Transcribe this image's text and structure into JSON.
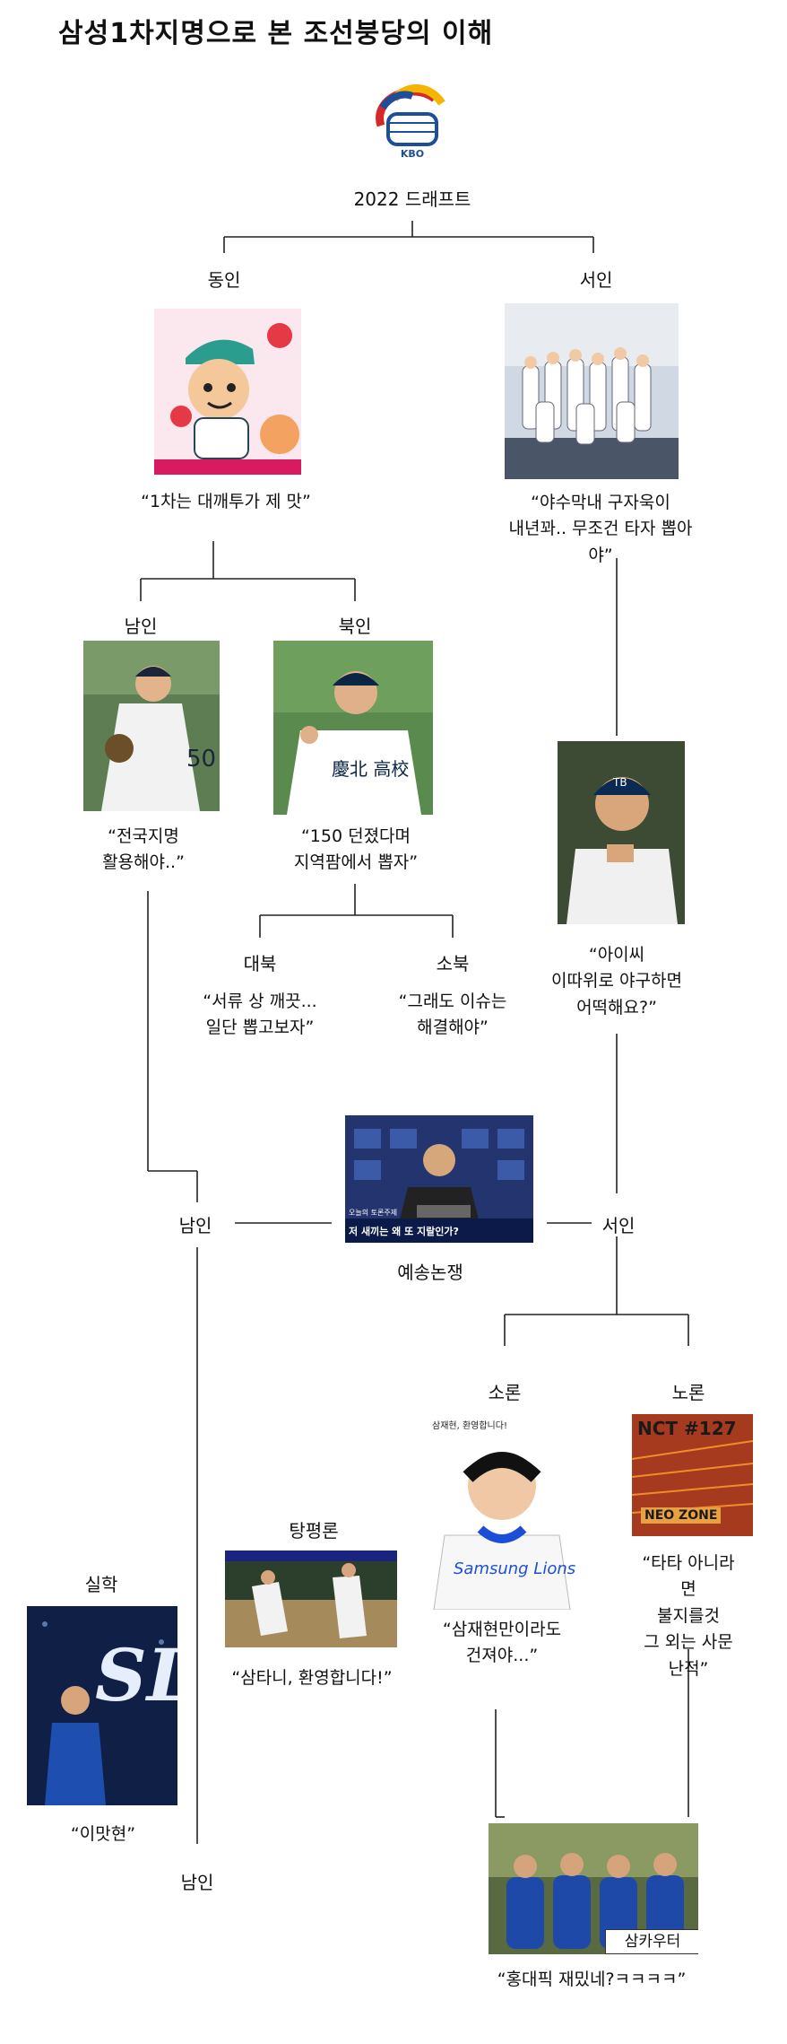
{
  "title": "삼성1차지명으로 본 조선붕당의 이해",
  "root": {
    "label": "2022 드래프트",
    "logo_text": "KBO"
  },
  "nodes": {
    "dongin": {
      "label": "동인",
      "quote": "“1차는 대깨투가 제 맛”"
    },
    "seoin": {
      "label": "서인",
      "quote": "“야수막내 구자욱이\n내년꽈.. 무조건 타자 뽑아야”"
    },
    "namin": {
      "label": "남인",
      "quote": "“전국지명\n활용해야..”"
    },
    "bukin": {
      "label": "북인",
      "quote": "“150 던졌다며\n지역팜에서 뽑자”"
    },
    "daebuk": {
      "label": "대북",
      "quote": "“서류 상 깨끗...\n일단 뽑고보자”"
    },
    "sobuk": {
      "label": "소북",
      "quote": "“그래도 이슈는\n해결해야”"
    },
    "seoin_right": {
      "quote": "“아이씨\n이따위로 야구하면\n어떡해요?”"
    },
    "yesong": {
      "label": "예송논쟁",
      "left_label": "남인",
      "right_label": "서인",
      "caption_top": "오늘의 토론주제",
      "caption": "저 새끼는 왜 또 지랄인가?"
    },
    "soron": {
      "label": "소론",
      "quote": "“삼재현만이라도\n건져야...”",
      "img_text_top": "삼재현, 환영합니다!",
      "img_text_shirt": "Samsung Lions"
    },
    "noron": {
      "label": "노론",
      "quote": "“타타 아니라면\n불지를것\n그 외는 사문난적”",
      "img_text_top": "NCT #127",
      "img_text_bottom": "NEO ZONE"
    },
    "tangpyeong": {
      "label": "탕평론",
      "quote": "“삼타니, 환영합니다!”"
    },
    "silhak": {
      "label": "실학",
      "quote": "“이맛현”",
      "img_text": "SL"
    },
    "namin_bottom": {
      "label": "남인"
    },
    "samcounter": {
      "label": "삼카우터",
      "quote": "“홍대픽 재밌네?ㅋㅋㅋㅋ”"
    }
  }
}
